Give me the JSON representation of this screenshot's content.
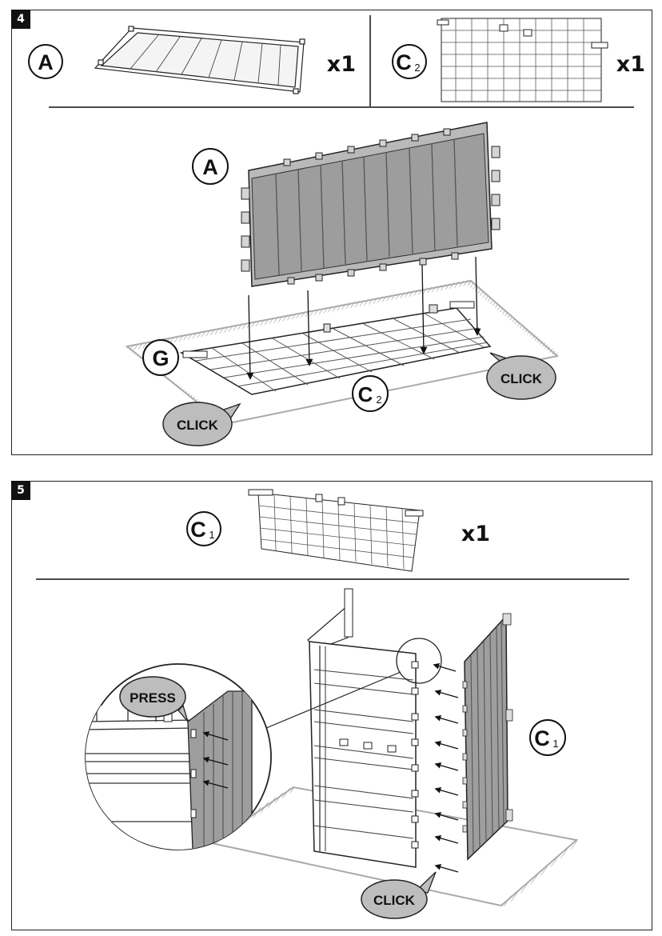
{
  "steps": [
    {
      "number": "4",
      "parts": [
        {
          "letter": "A",
          "sub": "",
          "count": "x1"
        },
        {
          "letter": "C",
          "sub": "2",
          "count": "x1"
        }
      ],
      "labels": {
        "panel": "A",
        "base": "G",
        "frame": "C",
        "frame_sub": "2"
      },
      "callouts": [
        "CLICK",
        "CLICK"
      ]
    },
    {
      "number": "5",
      "parts": [
        {
          "letter": "C",
          "sub": "1",
          "count": "x1"
        }
      ],
      "labels": {
        "side": "C",
        "side_sub": "1"
      },
      "callouts": [
        "PRESS",
        "CLICK"
      ]
    }
  ]
}
